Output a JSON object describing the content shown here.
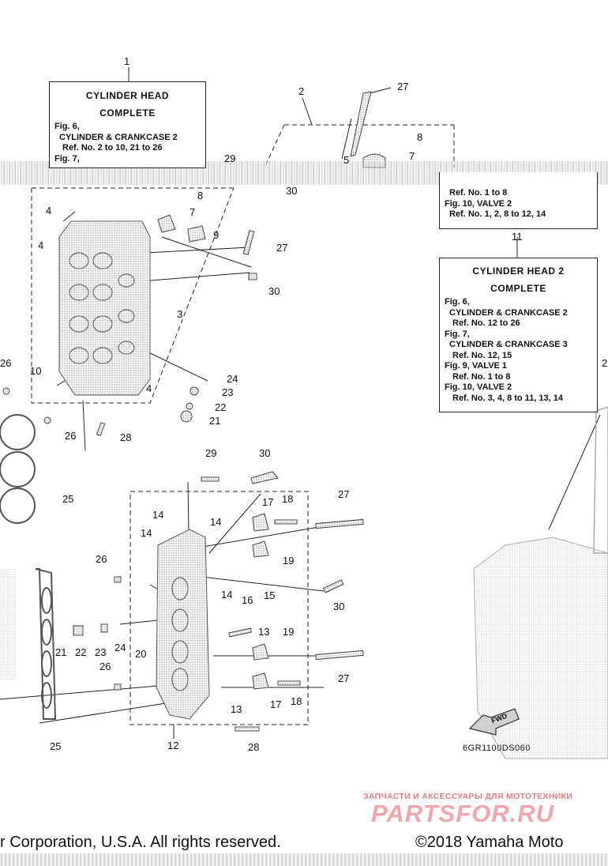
{
  "diagram_code": "6GR1100DS060",
  "box1": {
    "title1": "CYLINDER HEAD",
    "title2": "COMPLETE",
    "l1": "Fig. 6,",
    "l2": "CYLINDER & CRANKCASE 2",
    "l3": "Ref. No. 2 to 10, 21 to 26",
    "l4": "Fig. 7,"
  },
  "box2_partial": {
    "l1": "Ref. No. 1 to 8",
    "l2": "Fig. 10, VALVE 2",
    "l3": "Ref. No. 1, 2, 8 to 12, 14"
  },
  "box11": {
    "title1": "CYLINDER HEAD 2",
    "title2": "COMPLETE",
    "l1": "Fig. 6,",
    "l2": "CYLINDER & CRANKCASE 2",
    "l3": "Ref. No. 12 to 26",
    "l4": "Fig. 7,",
    "l5": "CYLINDER & CRANKCASE 3",
    "l6": "Ref. No. 12, 15",
    "l7": "Fig. 9, VALVE 1",
    "l8": "Ref. No. 1 to 8",
    "l9": "Fig. 10, VALVE 2",
    "l10": "Ref. No. 3, 4, 8 to 11, 13, 14"
  },
  "fwd_label": "FWD",
  "watermark": {
    "line1": "ЗАПЧАСТИ И АКСЕССУАРЫ ДЛЯ МОТОТЕХНИКИ",
    "line2": "PARTSFOR.RU"
  },
  "footer": {
    "left": "r Corporation, U.S.A. All rights reserved.",
    "right": "©2018 Yamaha Moto"
  },
  "refs": {
    "r1": "1",
    "r2": "2",
    "r27a": "27",
    "r8a": "8",
    "r5": "5",
    "r7a": "7",
    "r29a": "29",
    "r30a": "30",
    "r8b": "8",
    "r7b": "7",
    "r4a": "4",
    "r4b": "4",
    "r9": "9",
    "r27b": "27",
    "r30b": "30",
    "r3": "3",
    "r11": "11",
    "r26a": "26",
    "r10": "10",
    "r4c": "4",
    "r24a": "24",
    "r23a": "23",
    "r22a": "22",
    "r21a": "21",
    "r26b": "26",
    "r28a": "28",
    "r25a": "25",
    "r29b": "29",
    "r30c": "30",
    "r17a": "17",
    "r18a": "18",
    "r27c": "27",
    "r14a": "14",
    "r14b": "14",
    "r14c": "14",
    "r19a": "19",
    "r26c": "26",
    "r14d": "14",
    "r16": "16",
    "r15": "15",
    "r30d": "30",
    "r13a": "13",
    "r19b": "19",
    "r21b": "21",
    "r22b": "22",
    "r23b": "23",
    "r24b": "24",
    "r20": "20",
    "r26d": "26",
    "r27d": "27",
    "r13b": "13",
    "r17b": "17",
    "r18b": "18",
    "r12": "12",
    "r28b": "28",
    "r25b": "25",
    "r2b": "2"
  }
}
